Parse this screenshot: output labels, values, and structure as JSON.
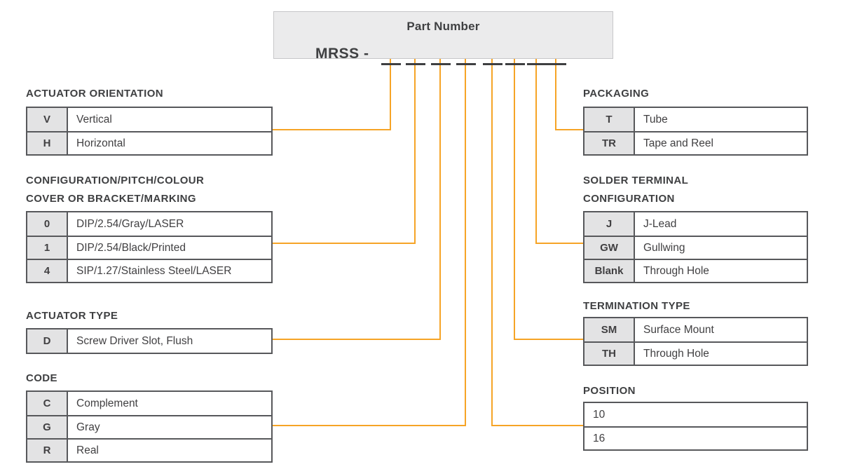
{
  "part_number_box": {
    "title": "Part Number",
    "prefix": "MRSS -",
    "blank_count": 8
  },
  "colors": {
    "accent_orange": "#f6a426",
    "border_dark": "#57585b",
    "code_cell_bg": "#e3e3e4",
    "box_bg": "#ebebec",
    "text": "#414042"
  },
  "tables": [
    {
      "id": "actuator-orientation",
      "side": "left",
      "heading_lines": [
        "ACTUATOR ORIENTATION"
      ],
      "rows": [
        {
          "code": "V",
          "label": "Vertical"
        },
        {
          "code": "H",
          "label": "Horizontal"
        }
      ]
    },
    {
      "id": "configuration",
      "side": "left",
      "heading_lines": [
        "CONFIGURATION/PITCH/COLOUR",
        "COVER OR BRACKET/MARKING"
      ],
      "rows": [
        {
          "code": "0",
          "label": "DIP/2.54/Gray/LASER"
        },
        {
          "code": "1",
          "label": "DIP/2.54/Black/Printed"
        },
        {
          "code": "4",
          "label": "SIP/1.27/Stainless Steel/LASER"
        }
      ]
    },
    {
      "id": "actuator-type",
      "side": "left",
      "heading_lines": [
        "ACTUATOR TYPE"
      ],
      "rows": [
        {
          "code": "D",
          "label": "Screw Driver Slot, Flush"
        }
      ]
    },
    {
      "id": "code",
      "side": "left",
      "heading_lines": [
        "CODE"
      ],
      "rows": [
        {
          "code": "C",
          "label": "Complement"
        },
        {
          "code": "G",
          "label": "Gray"
        },
        {
          "code": "R",
          "label": "Real"
        }
      ]
    },
    {
      "id": "packaging",
      "side": "right",
      "heading_lines": [
        "PACKAGING"
      ],
      "rows": [
        {
          "code": "T",
          "label": "Tube"
        },
        {
          "code": "TR",
          "label": "Tape and Reel"
        }
      ]
    },
    {
      "id": "solder-terminal-configuration",
      "side": "right",
      "heading_lines": [
        "SOLDER TERMINAL",
        "CONFIGURATION"
      ],
      "rows": [
        {
          "code": "J",
          "label": "J-Lead"
        },
        {
          "code": "GW",
          "label": "Gullwing"
        },
        {
          "code": "Blank",
          "label": "Through Hole"
        }
      ]
    },
    {
      "id": "termination-type",
      "side": "right",
      "heading_lines": [
        "TERMINATION TYPE"
      ],
      "rows": [
        {
          "code": "SM",
          "label": "Surface Mount"
        },
        {
          "code": "TH",
          "label": "Through Hole"
        }
      ]
    },
    {
      "id": "position",
      "side": "right",
      "heading_lines": [
        "POSITION"
      ],
      "rows": [
        {
          "code": null,
          "label": "10"
        },
        {
          "code": null,
          "label": "16"
        }
      ]
    }
  ]
}
